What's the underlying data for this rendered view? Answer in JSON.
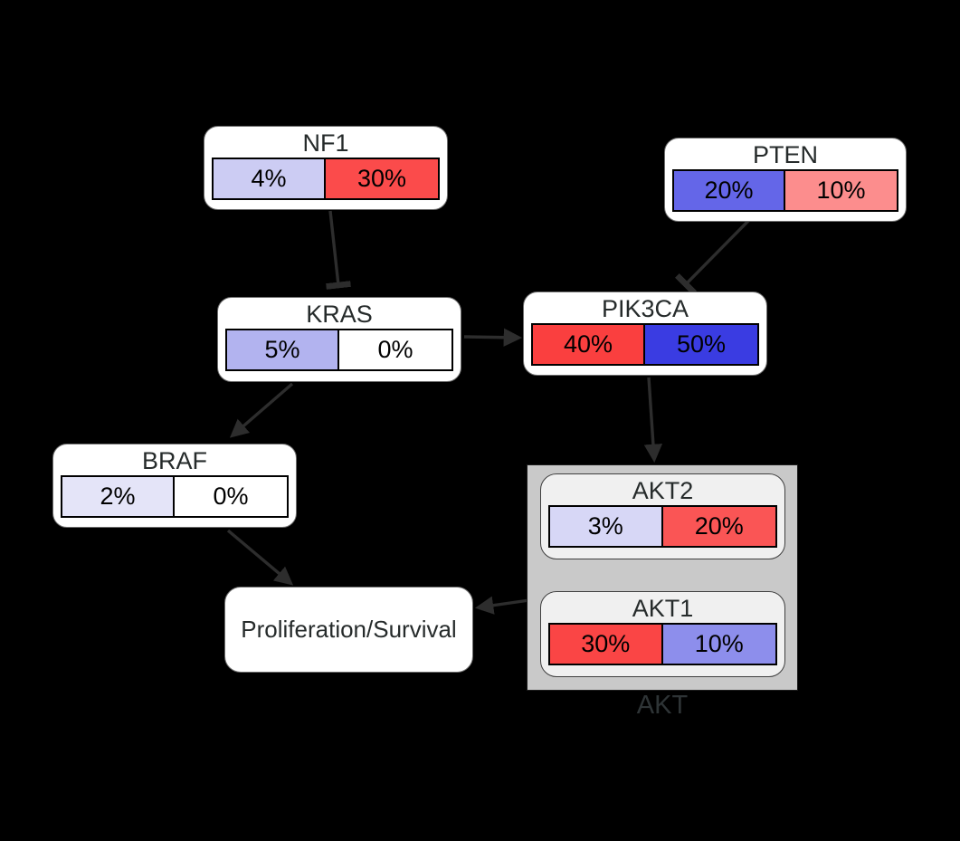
{
  "diagram": {
    "background_color": "#000000",
    "nodes": {
      "nf1": {
        "title": "NF1",
        "segments": [
          {
            "label": "4%",
            "color": "#ccccf3"
          },
          {
            "label": "30%",
            "color": "#fb4b4b"
          }
        ]
      },
      "pten": {
        "title": "PTEN",
        "segments": [
          {
            "label": "20%",
            "color": "#6466e8"
          },
          {
            "label": "10%",
            "color": "#fc8d8d"
          }
        ]
      },
      "kras": {
        "title": "KRAS",
        "segments": [
          {
            "label": "5%",
            "color": "#b2b3ef"
          },
          {
            "label": "0%",
            "color": "#ffffff"
          }
        ]
      },
      "pik3ca": {
        "title": "PIK3CA",
        "segments": [
          {
            "label": "40%",
            "color": "#fa3f3f"
          },
          {
            "label": "50%",
            "color": "#3a3ce2"
          }
        ]
      },
      "braf": {
        "title": "BRAF",
        "segments": [
          {
            "label": "2%",
            "color": "#e4e4f8"
          },
          {
            "label": "0%",
            "color": "#ffffff"
          }
        ]
      },
      "akt2": {
        "title": "AKT2",
        "segments": [
          {
            "label": "3%",
            "color": "#d7d7f6"
          },
          {
            "label": "20%",
            "color": "#fa5555"
          }
        ]
      },
      "akt1": {
        "title": "AKT1",
        "segments": [
          {
            "label": "30%",
            "color": "#fa4545"
          },
          {
            "label": "10%",
            "color": "#8d8eec"
          }
        ]
      },
      "proliferation": {
        "title": "Proliferation/Survival"
      }
    },
    "groups": {
      "akt": {
        "label": "AKT",
        "fill": "#c9c9c9",
        "member_fill": "#f0f0f0",
        "label_color": "#2e3436"
      }
    },
    "edges": [
      {
        "from": "NF1",
        "to": "KRAS",
        "type": "inhibition"
      },
      {
        "from": "PTEN",
        "to": "PIK3CA",
        "type": "inhibition"
      },
      {
        "from": "KRAS",
        "to": "PIK3CA",
        "type": "activation"
      },
      {
        "from": "KRAS",
        "to": "BRAF",
        "type": "activation"
      },
      {
        "from": "PIK3CA",
        "to": "AKT",
        "type": "activation"
      },
      {
        "from": "BRAF",
        "to": "Proliferation/Survival",
        "type": "activation"
      },
      {
        "from": "AKT",
        "to": "Proliferation/Survival",
        "type": "activation"
      }
    ],
    "colors": {
      "edge": "#2d2d2d",
      "node_fill": "#ffffff",
      "bar_border": "#000000",
      "node_border": "#6e6e6e"
    }
  }
}
